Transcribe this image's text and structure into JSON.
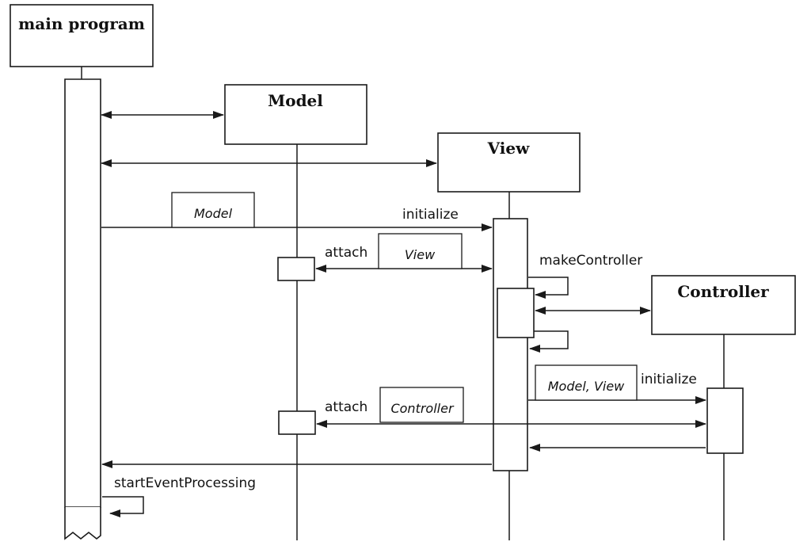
{
  "objects": {
    "main_program": "main program",
    "model": "Model",
    "view": "View",
    "controller": "Controller"
  },
  "messages": {
    "initialize_view": "initialize",
    "attach_view": "attach",
    "make_controller": "makeController",
    "initialize_controller": "initialize",
    "attach_controller": "attach",
    "start_event_processing": "startEventProcessing"
  },
  "arguments": {
    "model_arg": "Model",
    "view_arg": "View",
    "model_view_arg": "Model, View",
    "controller_arg": "Controller"
  },
  "colors": {
    "ink": "#1a1a1a",
    "paper": "#ffffff"
  }
}
